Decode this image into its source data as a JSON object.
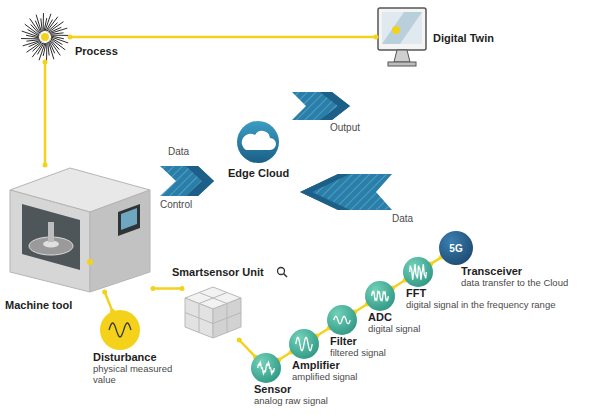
{
  "diagram": {
    "nodes": [
      {
        "text": [
          "Process"
        ]
      },
      {
        "text": [
          "Digital Twin"
        ]
      },
      {
        "text": [
          "Edge Cloud"
        ]
      },
      {
        "text": [
          "Machine tool"
        ]
      },
      {
        "text": [
          "Smartsensor Unit"
        ]
      },
      {
        "text": [
          "Disturbance",
          "physical measured value"
        ]
      },
      {
        "text": [
          "Sensor",
          "analog raw signal"
        ]
      },
      {
        "text": [
          "Amplifier",
          "amplified signal"
        ]
      },
      {
        "text": [
          "Filter",
          "filtered signal"
        ]
      },
      {
        "text": [
          "ADC",
          "digital signal"
        ]
      },
      {
        "text": [
          "FFT",
          "digital signal in the frequency range"
        ]
      },
      {
        "text": [
          "5G",
          "Transceiver",
          "data transfer to the Cloud"
        ]
      }
    ],
    "edges": [
      {
        "from": 0,
        "to": 1,
        "arrow": "none"
      },
      {
        "from": 0,
        "to": 3,
        "arrow": "none"
      },
      {
        "from": 3,
        "to": 5,
        "arrow": "none"
      },
      {
        "from": 3,
        "to": 4,
        "arrow": "none"
      },
      {
        "from": 4,
        "to": 6,
        "arrow": "none"
      },
      {
        "from": 6,
        "to": 7,
        "arrow": "none"
      },
      {
        "from": 7,
        "to": 8,
        "arrow": "none"
      },
      {
        "from": 8,
        "to": 9,
        "arrow": "none"
      },
      {
        "from": 9,
        "to": 10,
        "arrow": "none"
      },
      {
        "from": 10,
        "to": 11,
        "arrow": "none"
      }
    ],
    "labels": [
      "Data",
      "Output",
      "Control",
      "Data"
    ]
  }
}
